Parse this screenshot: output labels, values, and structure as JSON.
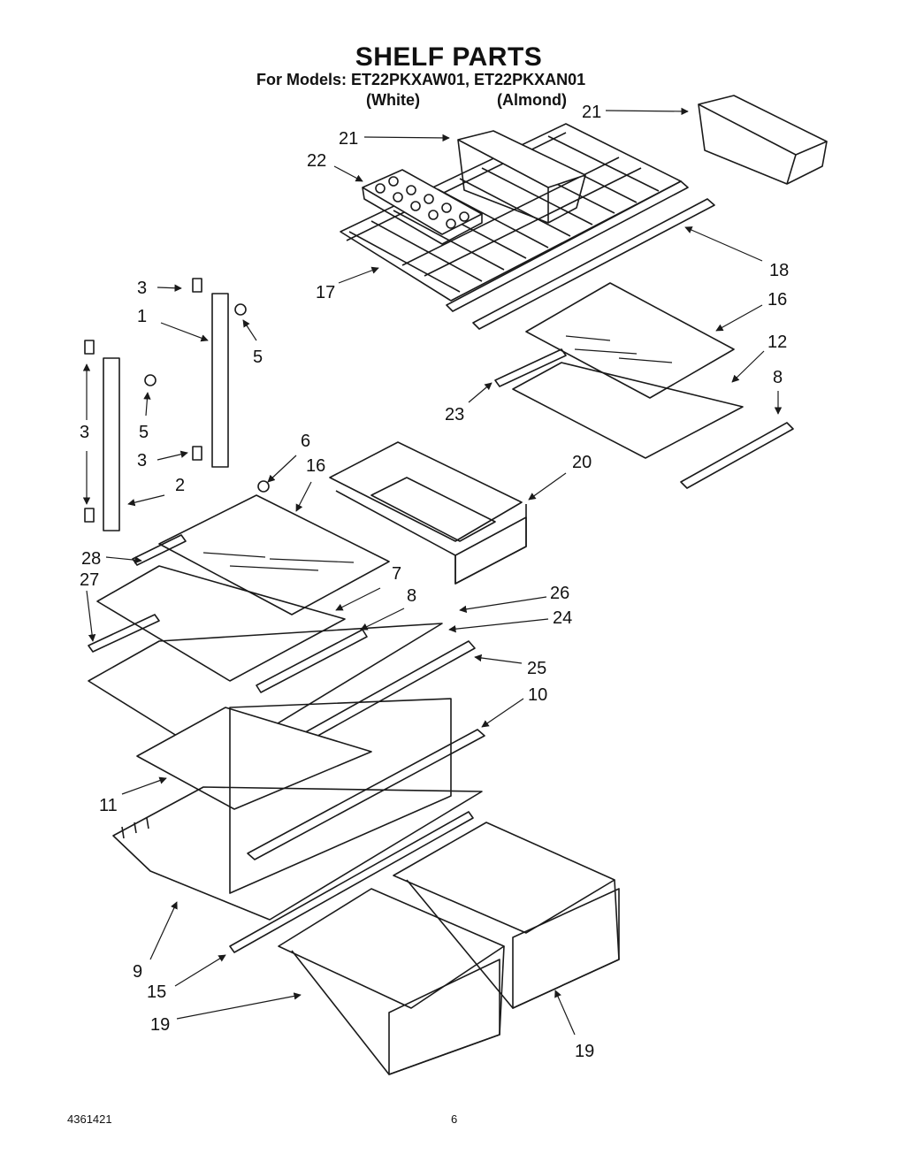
{
  "header": {
    "title": "SHELF PARTS",
    "models_line": "For Models: ET22PKXAW01, ET22PKXAN01",
    "variant_white": "(White)",
    "variant_almond": "(Almond)"
  },
  "callouts": {
    "c1": "1",
    "c2": "2",
    "c3a": "3",
    "c3b": "3",
    "c3c": "3",
    "c5a": "5",
    "c5b": "5",
    "c6": "6",
    "c7": "7",
    "c8a": "8",
    "c8b": "8",
    "c9": "9",
    "c10": "10",
    "c11": "11",
    "c12": "12",
    "c15": "15",
    "c16a": "16",
    "c16b": "16",
    "c17": "17",
    "c18": "18",
    "c19a": "19",
    "c19b": "19",
    "c20": "20",
    "c21a": "21",
    "c21b": "21",
    "c22": "22",
    "c23": "23",
    "c24": "24",
    "c25": "25",
    "c26": "26",
    "c27": "27",
    "c28": "28"
  },
  "footer": {
    "doc_number": "4361421",
    "page_number": "6"
  }
}
